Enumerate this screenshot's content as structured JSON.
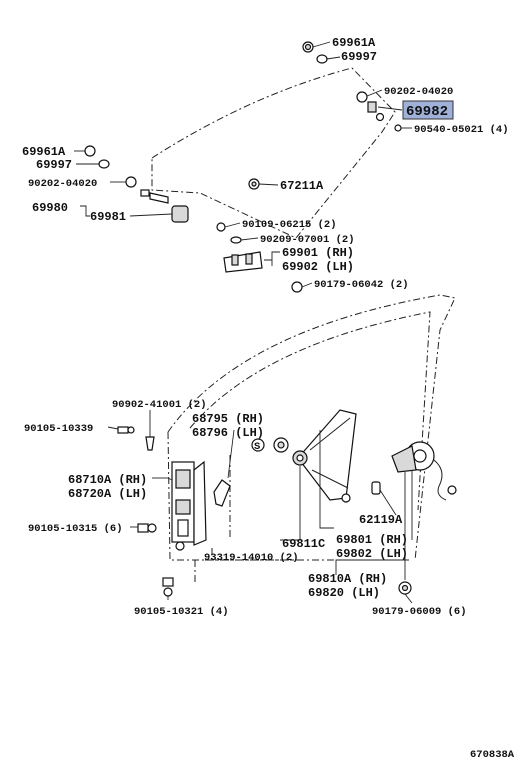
{
  "diagram_id": "670838A",
  "highlight_color": "#9fb0d9",
  "labels": {
    "p69961a_top": "69961A",
    "p69997_top": "69997",
    "p90202_04020_r": "90202-04020",
    "p69982": "69982",
    "p90540_05021": "90540-05021 (4)",
    "p69961a_left": "69961A",
    "p69997_left": "69997",
    "p90202_04020_l": "90202-04020",
    "p67211a": "67211A",
    "p69980": "69980",
    "p69981": "69981",
    "p90109_06215": "90109-06215 (2)",
    "p90209_07001": "90209-07001 (2)",
    "p69901": "69901 (RH)",
    "p69902": "69902 (LH)",
    "p90179_06042": "90179-06042 (2)",
    "p90902_41001": "90902-41001 (2)",
    "p90105_10339": "90105-10339",
    "p68795": "68795 (RH)",
    "p68796": "68796 (LH)",
    "p68710a": "68710A (RH)",
    "p68720a": "68720A (LH)",
    "p62119a": "62119A",
    "p90105_10315": "90105-10315 (6)",
    "p69801": "69801 (RH)",
    "p69811c": "69811C",
    "p69802": "69802 (LH)",
    "p93319_14010": "93319-14010 (2)",
    "p69810a": "69810A (RH)",
    "p69820": "69820 (LH)",
    "p90105_10321": "90105-10321 (4)",
    "p90179_06009": "90179-06009 (6)",
    "s_mark": "S"
  }
}
